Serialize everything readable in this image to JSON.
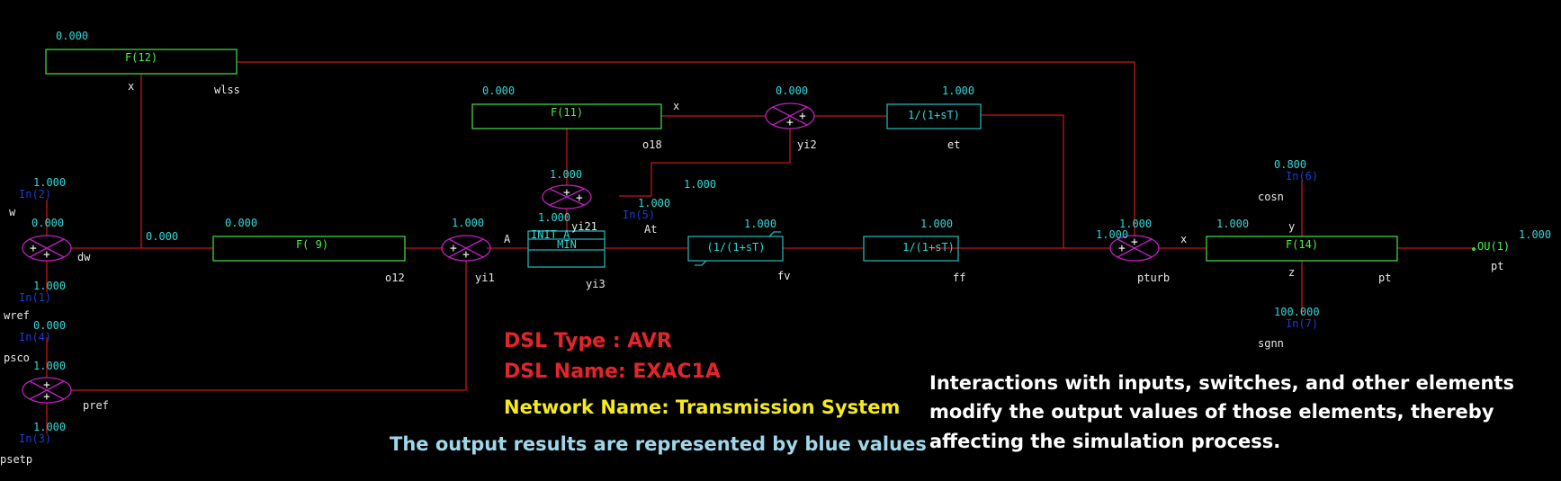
{
  "blocks": {
    "f12": {
      "label": "F(12)",
      "value": "0.000",
      "name": "wlss",
      "port_x": "x"
    },
    "f11": {
      "label": "F(11)",
      "value": "0.000",
      "name": "o18",
      "port_x": "x"
    },
    "f9": {
      "label": "F( 9)",
      "value": "0.000",
      "name": "o12"
    },
    "f14": {
      "label": "F(14)",
      "value": "1.000",
      "name": "pt",
      "port_x": "x",
      "port_y": "y",
      "port_z": "z"
    },
    "et": {
      "label": "1/(1+sT)",
      "value": "1.000",
      "name": "et"
    },
    "fv": {
      "label": "(1/(1+sT)",
      "value": "1.000",
      "name": "fv"
    },
    "ff": {
      "label": "1/(1+sT)",
      "value": "1.000",
      "name": "ff"
    },
    "yi3": {
      "label_top": "INIT A",
      "label_mid": "MIN",
      "value": "1.000",
      "name": "yi3",
      "port_a": "A",
      "overlap": "yi21"
    }
  },
  "sums": {
    "dw": {
      "name": "dw",
      "value": "0.000",
      "plus": "+"
    },
    "pref": {
      "name": "pref",
      "plus": "+"
    },
    "yi1": {
      "name": "yi1",
      "value": "1.000",
      "plus": "+"
    },
    "yi21": {
      "value": "1.000",
      "plus": "+"
    },
    "yi2": {
      "name": "yi2",
      "value": "0.000",
      "plus": "+"
    },
    "pturb": {
      "name": "pturb",
      "value": "1.000",
      "value_right": "1.000",
      "plus": "+"
    }
  },
  "inputs": {
    "w": {
      "name": "w",
      "port": "In(2)",
      "value": "1.000"
    },
    "wref": {
      "name": "wref",
      "port": "In(1)",
      "value": "1.000"
    },
    "psco": {
      "name": "psco",
      "port": "In(4)",
      "value": "0.000"
    },
    "psetp": {
      "name": "psetp",
      "port": "In(3)",
      "value": "1.000"
    },
    "at": {
      "name": "At",
      "port": "In(5)",
      "value": "1.000",
      "value2": "1.000"
    },
    "cosn": {
      "name": "cosn",
      "port": "In(6)",
      "value": "0.800"
    },
    "sgnn": {
      "name": "sgnn",
      "port": "In(7)",
      "value": "100.000"
    }
  },
  "output": {
    "name": "pt",
    "port": "OU(1)",
    "value": "1.000"
  },
  "wire_values": {
    "dw_out": "0.000"
  },
  "info": {
    "dsl_type": "DSL Type  : AVR",
    "dsl_name": "DSL Name: EXAC1A",
    "network": "Network Name: Transmission System",
    "output_note": "The output results are represented by blue values",
    "interaction_note_1": "Interactions with inputs, switches, and other elements",
    "interaction_note_2": "modify the output values of those elements, thereby",
    "interaction_note_3": "affecting the simulation process."
  },
  "colors": {
    "background": "#000000",
    "wire": "#c41616",
    "value": "#31d8d8",
    "block_green": "#3fd43f",
    "block_cyan": "#1fb3b3",
    "sum_circle": "#c21fc2",
    "input_port": "#1a3dd6",
    "info_red": "#e3252b",
    "info_yellow": "#f5ea1a",
    "info_lightblue": "#9fd7ea"
  }
}
